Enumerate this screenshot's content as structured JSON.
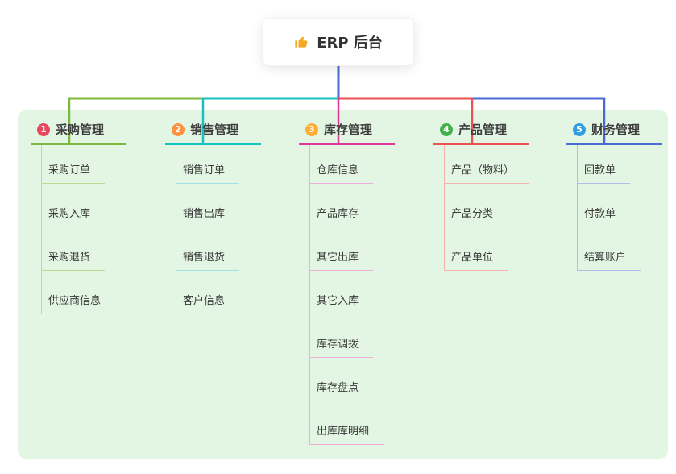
{
  "root": {
    "icon": "thumbs-up-icon",
    "label": "ERP 后台"
  },
  "branches": [
    {
      "number": "1",
      "title": "采购管理",
      "color": "#7db93e",
      "light_color": "#bcdc96",
      "badge_color": "#e8485e",
      "children": [
        "采购订单",
        "采购入库",
        "采购退货",
        "供应商信息"
      ]
    },
    {
      "number": "2",
      "title": "销售管理",
      "color": "#17c1c1",
      "light_color": "#9fe0e0",
      "badge_color": "#ff9240",
      "children": [
        "销售订单",
        "销售出库",
        "销售退货",
        "客户信息"
      ]
    },
    {
      "number": "3",
      "title": "库存管理",
      "color": "#e0389a",
      "light_color": "#f2aed8",
      "badge_color": "#ffae33",
      "children": [
        "仓库信息",
        "产品库存",
        "其它出库",
        "其它入库",
        "库存调拨",
        "库存盘点",
        "出库库明细"
      ]
    },
    {
      "number": "4",
      "title": "产品管理",
      "color": "#ee5253",
      "light_color": "#f6b1b1",
      "badge_color": "#43b04a",
      "children": [
        "产品（物料）",
        "产品分类",
        "产品单位"
      ]
    },
    {
      "number": "5",
      "title": "财务管理",
      "color": "#4a6bd4",
      "light_color": "#b0bfea",
      "badge_color": "#2f9fe0",
      "children": [
        "回款单",
        "付款单",
        "结算账户"
      ]
    }
  ],
  "colors": {
    "panel_background": "#e3f6e3",
    "root_connector": "#4a6bd4",
    "root_icon": "#f5a623"
  }
}
